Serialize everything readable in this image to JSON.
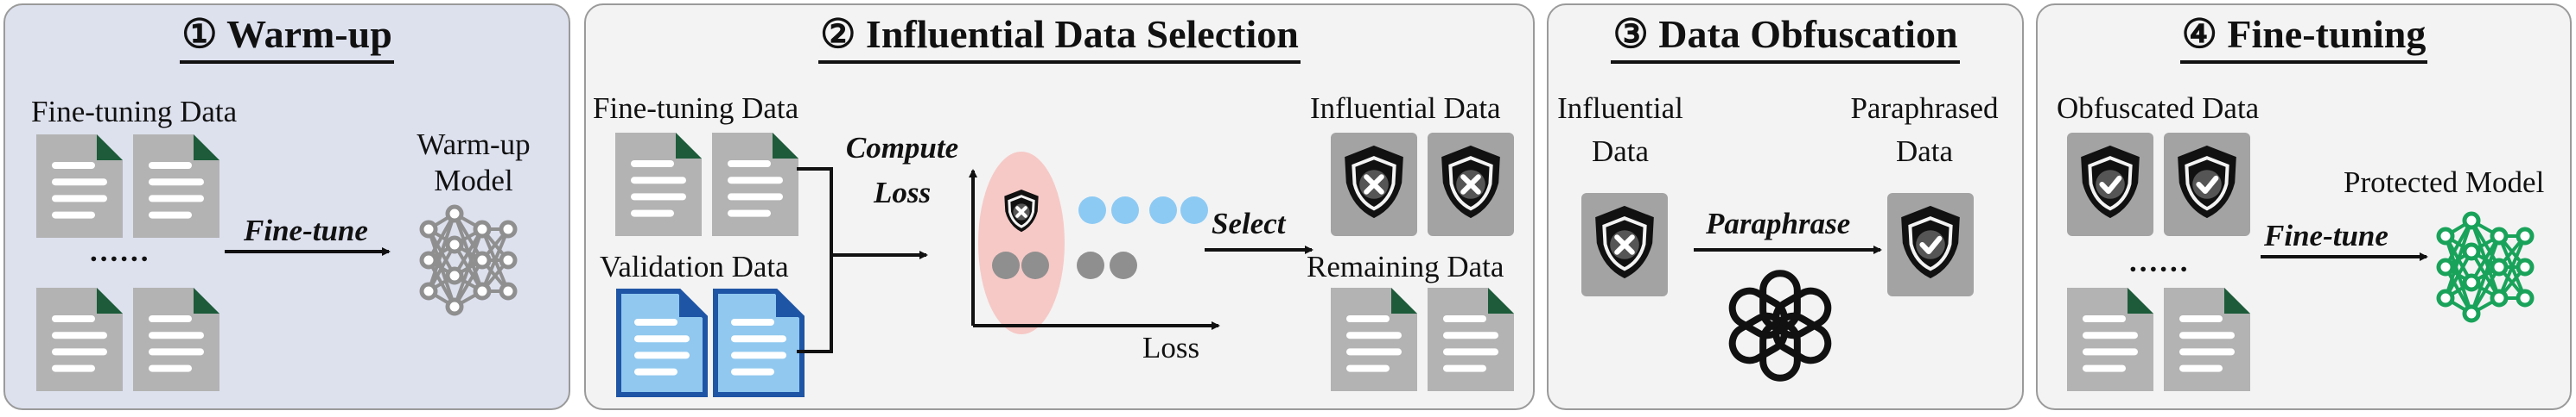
{
  "panels": [
    {
      "number": "①",
      "title": "Warm-up"
    },
    {
      "number": "②",
      "title": "Influential Data Selection"
    },
    {
      "number": "③",
      "title": "Data Obfuscation"
    },
    {
      "number": "④",
      "title": "Fine-tuning"
    }
  ],
  "warmup": {
    "data_label": "Fine-tuning Data",
    "ellipsis": "......",
    "arrow_label": "Fine-tune",
    "model_label_line1": "Warm-up",
    "model_label_line2": "Model"
  },
  "selection": {
    "finetune_label": "Fine-tuning Data",
    "validation_label": "Validation Data",
    "compute_line1": "Compute",
    "compute_line2": "Loss",
    "axis_label": "Loss",
    "select_label": "Select",
    "influential_label": "Influential Data",
    "remaining_label": "Remaining Data"
  },
  "obfuscation": {
    "input_line1": "Influential",
    "input_line2": "Data",
    "output_line1": "Paraphrased",
    "output_line2": "Data",
    "arrow_label": "Paraphrase"
  },
  "finetuning": {
    "data_label": "Obfuscated Data",
    "ellipsis": "......",
    "arrow_label": "Fine-tune",
    "model_label": "Protected Model"
  },
  "colors": {
    "doc_gray": "#b3b3b3",
    "doc_corner": "#1d5b3a",
    "doc_blue": "#90c8ef",
    "doc_blue_border": "#1f55a5",
    "shield_tile": "#a3a3a3",
    "dot_blue": "#8ccaf4",
    "dot_gray": "#8f8f8f",
    "highlight_pink": "#f6c9c6",
    "model_gray": "#8f8f8f",
    "model_green": "#19a35a"
  }
}
